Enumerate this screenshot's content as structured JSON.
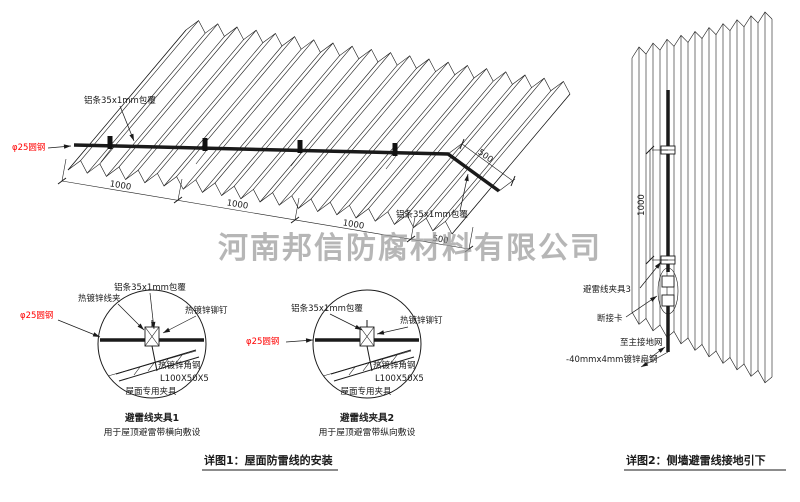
{
  "watermark": "河南邦信防腐材料有限公司",
  "detail1": {
    "caption": "详图1：屋面防雷线的安装",
    "roof": {
      "strip_label_top": "铝条35x1mm包覆",
      "strip_label_right": "铝条35x1mm包覆",
      "rod_label": "φ25圆钢",
      "dim_1": "1000",
      "dim_2": "1000",
      "dim_3": "1000",
      "dim_4": "500",
      "dim_slant": "500"
    },
    "clamp_detail_1": {
      "title": "避雷线夹具1",
      "subtitle": "用于屋顶避雷带横向敷设",
      "strip": "铝条35x1mm包覆",
      "wire_clip": "热镀锌线夹",
      "rivet": "热镀锌铆钉",
      "rod": "φ25圆钢",
      "angle_steel": "热镀锌角钢",
      "angle_spec": "L100X50X5",
      "roof_clamp": "屋面专用夹具"
    },
    "clamp_detail_2": {
      "title": "避雷线夹具2",
      "subtitle": "用于屋顶避雷带纵向敷设",
      "strip": "铝条35x1mm包覆",
      "rivet": "热镀锌铆钉",
      "rod": "φ25圆钢",
      "angle_steel": "热镀锌角钢",
      "angle_spec": "L100X50X5",
      "roof_clamp": "屋面专用夹具"
    }
  },
  "detail2": {
    "caption": "详图2：侧墙避雷线接地引下",
    "dim_vertical": "1000",
    "clamp3": "避雷线夹具3",
    "disconnect_card": "断接卡",
    "to_main_grid": "至主接地网",
    "flat_steel": "-40mmx4mm镀锌扁钢"
  },
  "colors": {
    "line": "#1a1a1a",
    "annotation_red": "#ff0000",
    "watermark_gray": "#9b9b9b"
  }
}
